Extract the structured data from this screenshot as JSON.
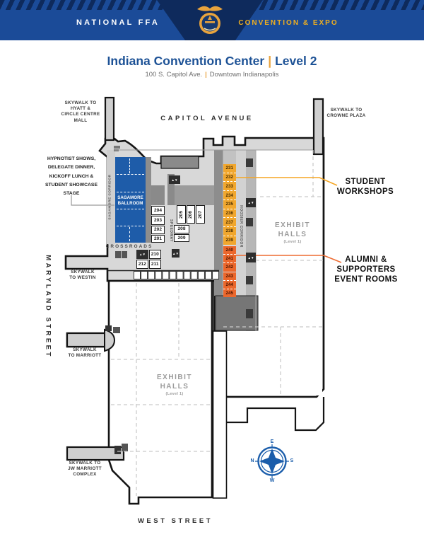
{
  "banner": {
    "left_text": "NATIONAL FFA",
    "right_text": "CONVENTION & EXPO"
  },
  "header": {
    "title": "Indiana Convention Center",
    "separator": "|",
    "level": "Level 2",
    "address": "100 S. Capitol Ave.",
    "city": "Downtown Indianapolis"
  },
  "streets": {
    "capitol": "CAPITOL AVENUE",
    "maryland": "MARYLAND STREET",
    "west": "WEST STREET"
  },
  "skywalks": {
    "hyatt": "SKYWALK TO\nHYATT &\nCIRCLE CENTRE\nMALL",
    "crowne": "SKYWALK TO\nCROWNE PLAZA",
    "westin": "SKYWALK\nTO WESTIN",
    "marriott": "SKYWALK\nTO MARRIOTT",
    "jw": "SKYWALK TO\nJW MARRIOTT\nCOMPLEX"
  },
  "callouts": {
    "stage": "HYPNOTIST SHOWS,\nDELEGATE DINNER,\nKICKOFF LUNCH &\nSTUDENT SHOWCASE\nSTAGE",
    "student_workshops": "STUDENT\nWORKSHOPS",
    "alumni": "ALUMNI &\nSUPPORTERS\nEVENT ROOMS"
  },
  "areas": {
    "ballroom": "SAGAMORE\nBALLROOM",
    "sagamore_corridor": "SAGAMORE CORRIDOR",
    "speedway": "SPEEDWAY",
    "hoosier_corridor": "HOOSIER CORRIDOR",
    "crossroads": "CROSSROADS",
    "exhibit_halls": "EXHIBIT\nHALLS",
    "exhibit_level": "(Level 1)"
  },
  "rooms": {
    "white": [
      "204",
      "203",
      "202",
      "201",
      "205",
      "206",
      "207",
      "208",
      "209",
      "210",
      "211",
      "212"
    ],
    "student_workshop_rooms": [
      "231",
      "232",
      "233",
      "234",
      "235",
      "236",
      "237",
      "238",
      "239"
    ],
    "alumni_rooms_a": [
      "240",
      "241",
      "242"
    ],
    "alumni_rooms_b": [
      "243",
      "244",
      "245"
    ]
  },
  "compass": {
    "n": "N",
    "e": "E",
    "s": "S",
    "w": "W"
  },
  "icons": {
    "elevator": "▲▼"
  },
  "colors": {
    "banner_blue": "#1B4B98",
    "banner_navy": "#0E2A5C",
    "gold": "#F2B01E",
    "title_blue": "#1D5296",
    "ballroom_blue": "#1E5CA9",
    "workshop_yellow": "#F1A72E",
    "alumni_orange": "#EB672C",
    "building_gray": "#D8D8D8",
    "compass_blue": "#1A5DAB"
  }
}
